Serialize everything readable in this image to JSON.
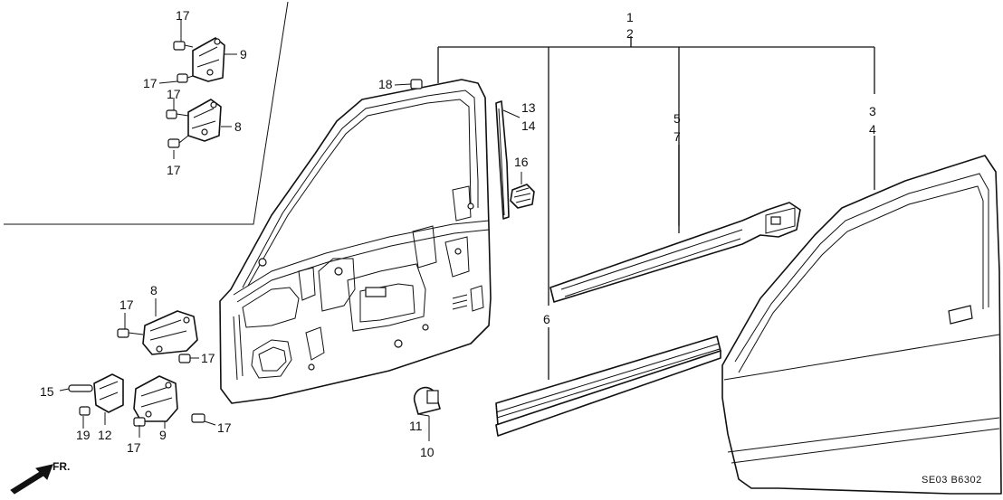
{
  "diagram": {
    "diagram_code": "SE03 B6302",
    "direction_label": "FR.",
    "callouts": {
      "c1": "1",
      "c2": "2",
      "c3": "3",
      "c4": "4",
      "c5": "5",
      "c6": "6",
      "c7": "7",
      "c8a": "8",
      "c8b": "8",
      "c9a": "9",
      "c9b": "9",
      "c10": "10",
      "c11": "11",
      "c12": "12",
      "c13": "13",
      "c14": "14",
      "c15": "15",
      "c16": "16",
      "c17a": "17",
      "c17b": "17",
      "c17c": "17",
      "c17d": "17",
      "c17e": "17",
      "c17f": "17",
      "c17g": "17",
      "c17h": "17",
      "c18": "18",
      "c19": "19"
    }
  }
}
